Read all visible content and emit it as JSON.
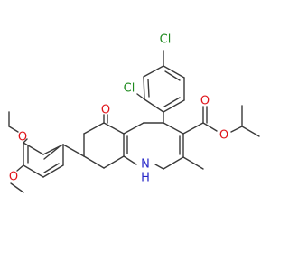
{
  "molecule": {
    "atom_labels": {
      "cl_top": "Cl",
      "cl_ortho": "Cl",
      "o_ketone": "O",
      "o_ester_single": "O",
      "o_ester_double": "O",
      "o_methoxy_upper": "O",
      "o_methoxy_lower": "O",
      "nh": "N",
      "h": "H"
    },
    "colors": {
      "bond": "#3a3a3a",
      "chlorine": "#1e8a1e",
      "oxygen": "#e0141a",
      "nitrogen": "#2727c8"
    }
  }
}
